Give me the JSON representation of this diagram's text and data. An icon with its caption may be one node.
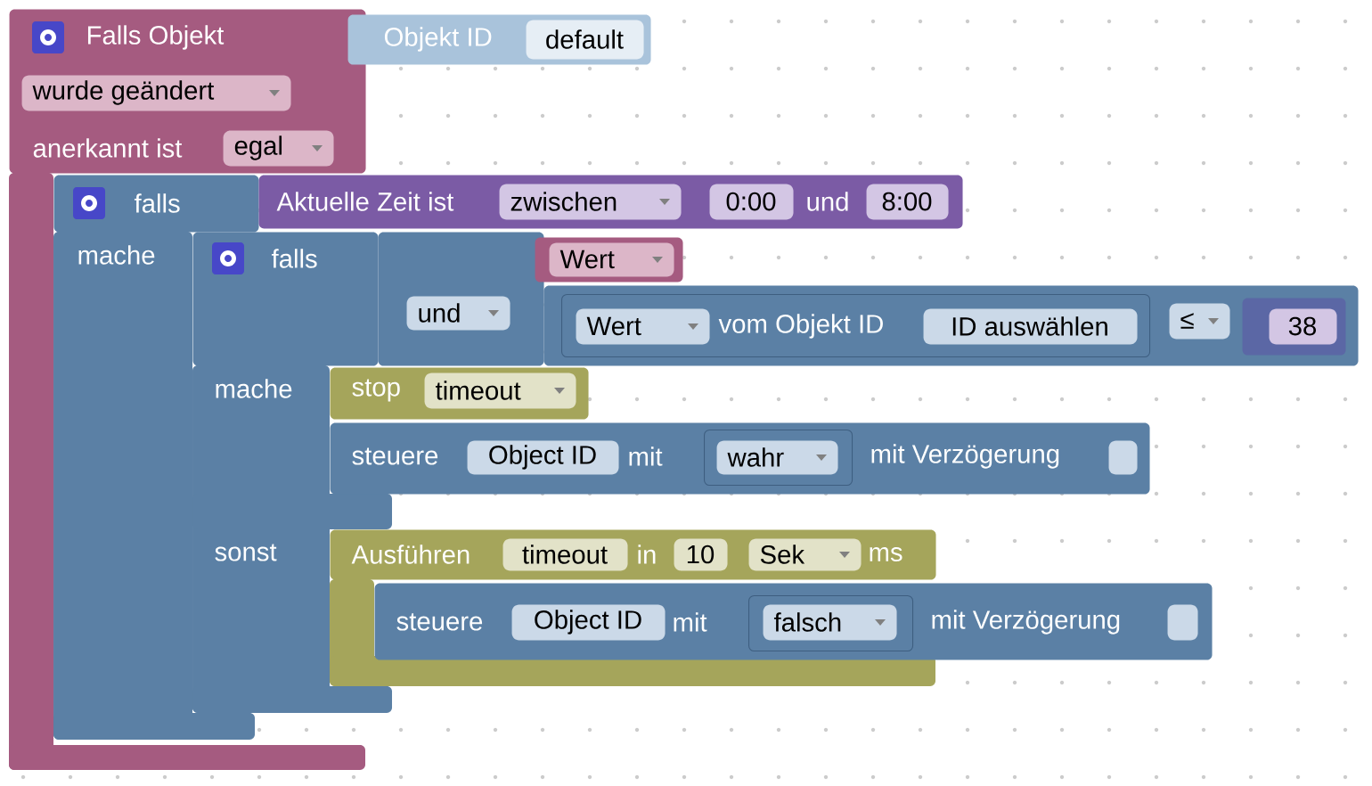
{
  "diagram": {
    "nodes": [
      {
        "text": [
          "Falls Objekt",
          "anerkannt ist"
        ]
      },
      {
        "text": [
          "wurde geändert"
        ],
        "in": 0
      },
      {
        "text": [
          "egal"
        ],
        "in": 0
      },
      {
        "text": [
          "Objekt ID"
        ]
      },
      {
        "text": [
          "default"
        ],
        "in": 3
      },
      {
        "text": [
          "falls",
          "mache"
        ],
        "in": 0
      },
      {
        "text": [
          "Aktuelle Zeit ist",
          "und"
        ]
      },
      {
        "text": [
          "zwischen"
        ],
        "in": 6
      },
      {
        "text": [
          "0:00"
        ],
        "in": 6
      },
      {
        "text": [
          "8:00"
        ],
        "in": 6
      },
      {
        "text": [
          "falls",
          "mache",
          "sonst"
        ]
      },
      {
        "text": [],
        "shape": "box"
      },
      {
        "text": [
          "und"
        ],
        "in": 11
      },
      {
        "text": [],
        "shape": "box"
      },
      {
        "text": [
          "Wert"
        ],
        "in": 13
      },
      {
        "text": [],
        "shape": "box"
      },
      {
        "text": [
          "vom Objekt ID"
        ],
        "in": 15
      },
      {
        "text": [
          "Wert"
        ],
        "in": 16
      },
      {
        "text": [
          "ID auswählen"
        ],
        "in": 16
      },
      {
        "text": [
          "≤"
        ],
        "in": 15
      },
      {
        "text": [],
        "shape": "box",
        "in": 15
      },
      {
        "text": [
          "38"
        ],
        "in": 20
      },
      {
        "text": [
          "stop"
        ]
      },
      {
        "text": [
          "timeout"
        ],
        "in": 22
      },
      {
        "text": [
          "steuere",
          "mit",
          "mit Verzögerung"
        ]
      },
      {
        "text": [
          "Object ID"
        ],
        "in": 24
      },
      {
        "text": [],
        "shape": "box",
        "in": 24
      },
      {
        "text": [
          "wahr"
        ],
        "in": 26
      },
      {
        "text": [],
        "shape": "box",
        "in": 24
      },
      {
        "text": [
          "Ausführen",
          "in",
          "ms"
        ]
      },
      {
        "text": [
          "timeout"
        ],
        "in": 29
      },
      {
        "text": [
          "10"
        ],
        "in": 29
      },
      {
        "text": [
          "Sek"
        ],
        "in": 29
      },
      {
        "text": [
          "steuere",
          "mit",
          "mit Verzögerung"
        ]
      },
      {
        "text": [
          "Object ID"
        ]
      },
      {
        "text": [],
        "shape": "box"
      },
      {
        "text": [
          "falsch"
        ],
        "in": 35
      },
      {
        "text": [],
        "shape": "box",
        "in": 33
      }
    ]
  }
}
